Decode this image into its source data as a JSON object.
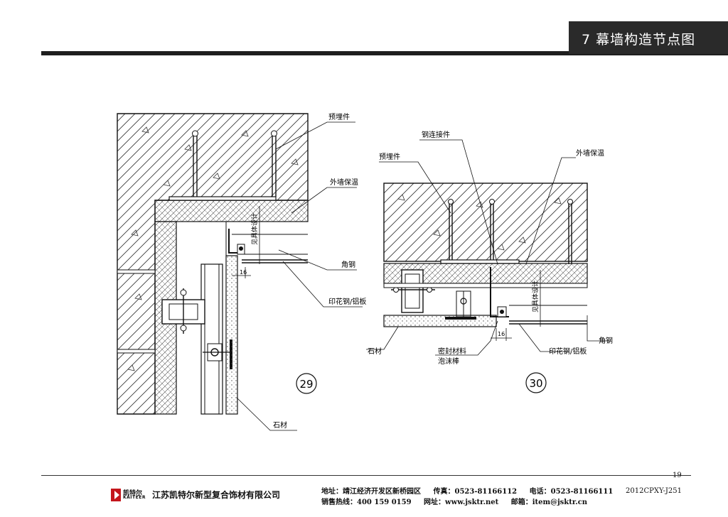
{
  "header": {
    "title": "7  幕墙构造节点图"
  },
  "detail29": {
    "number": "29",
    "label_embed": "预埋件",
    "label_insulation": "外墙保温",
    "label_angle": "角钢",
    "label_panel": "印花钢/铝板",
    "label_stone": "石材",
    "dim_gap": "16",
    "dim_design": "见具体设计"
  },
  "detail30": {
    "number": "30",
    "label_embed": "预埋件",
    "label_connector": "钢连接件",
    "label_insulation": "外墙保温",
    "label_angle": "角钢",
    "label_panel": "印花钢/铝板",
    "label_stone": "石材",
    "label_sealant": "密封材料",
    "label_foam": "泡沫棒",
    "dim_gap": "16",
    "dim_design": "见具体设计"
  },
  "footer": {
    "page": "19",
    "code": "2012CPXY-J251",
    "logo_cn": "凯特尔",
    "logo_en": "KAITEER",
    "company": "江苏凯特尔新型复合饰材有限公司",
    "address": "地址：靖江经济开发区新桥园区",
    "fax": "传真：0523-81166112",
    "phone": "电话：0523-81166111",
    "hotline": "销售热线：400 159 0159",
    "website": "网址：www.jsktr.net",
    "email": "邮箱：item@jsktr.cn"
  }
}
